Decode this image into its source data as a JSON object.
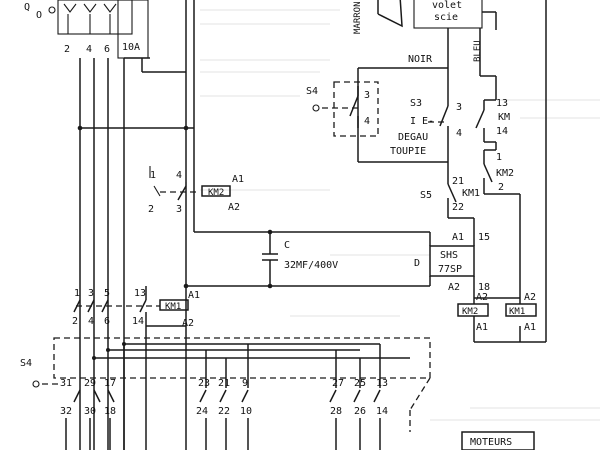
{
  "labels": {
    "q": "Q",
    "o": "O",
    "q_terms": [
      "2",
      "4",
      "6"
    ],
    "fuse": "10A",
    "marron": "MARRON",
    "volet": "volet",
    "scie": "scie",
    "noir": "NOIR",
    "bleu": "BLEU",
    "s4_top": "S4",
    "s4_t3": "3",
    "s4_t4": "4",
    "s3": "S3",
    "s3_t3": "3",
    "s3_t4": "4",
    "degau": "DEGAU",
    "toupie": "TOUPIE",
    "km_top_13": "13",
    "km_top_km": "KM",
    "km_top_14": "14",
    "km2_1": "1",
    "km2_label": "KM2",
    "km2_2": "2",
    "s5": "S5",
    "s5_21": "21",
    "s5_km1": "KM1",
    "s5_22": "22",
    "km2_c_1": "1",
    "km2_c_4": "4",
    "km2_c_2": "2",
    "km2_c_3": "3",
    "km2_coil": "KM2",
    "km2_a1": "A1",
    "km2_a2": "A2",
    "cap_c": "C",
    "cap_val": "32MF/400V",
    "shs_a1": "A1",
    "shs_15": "15",
    "shs_d": "D",
    "shs_name": "SHS",
    "shs_model": "77SP",
    "shs_a2": "A2",
    "shs_18": "18",
    "km1_top": [
      "1",
      "3",
      "5",
      "13"
    ],
    "km1_a1": "A1",
    "km1_coil": "KM1",
    "km1_bot": [
      "2",
      "4",
      "6",
      "14"
    ],
    "km1_a2": "A2",
    "coil_km2_a2": "A2",
    "coil_km2": "KM2",
    "coil_km2_a1": "A1",
    "coil_km1_a2": "A2",
    "coil_km1": "KM1",
    "coil_km1_a1": "A1",
    "s4_bottom": "S4",
    "s4_g1_top": [
      "31",
      "29",
      "17"
    ],
    "s4_g1_bot": [
      "32",
      "30",
      "18"
    ],
    "s4_g2_top": [
      "23",
      "21",
      "9"
    ],
    "s4_g2_bot": [
      "24",
      "22",
      "10"
    ],
    "s4_g3_top": [
      "27",
      "25",
      "13"
    ],
    "s4_g3_bot": [
      "28",
      "26",
      "14"
    ],
    "moteurs": "MOTEURS"
  }
}
